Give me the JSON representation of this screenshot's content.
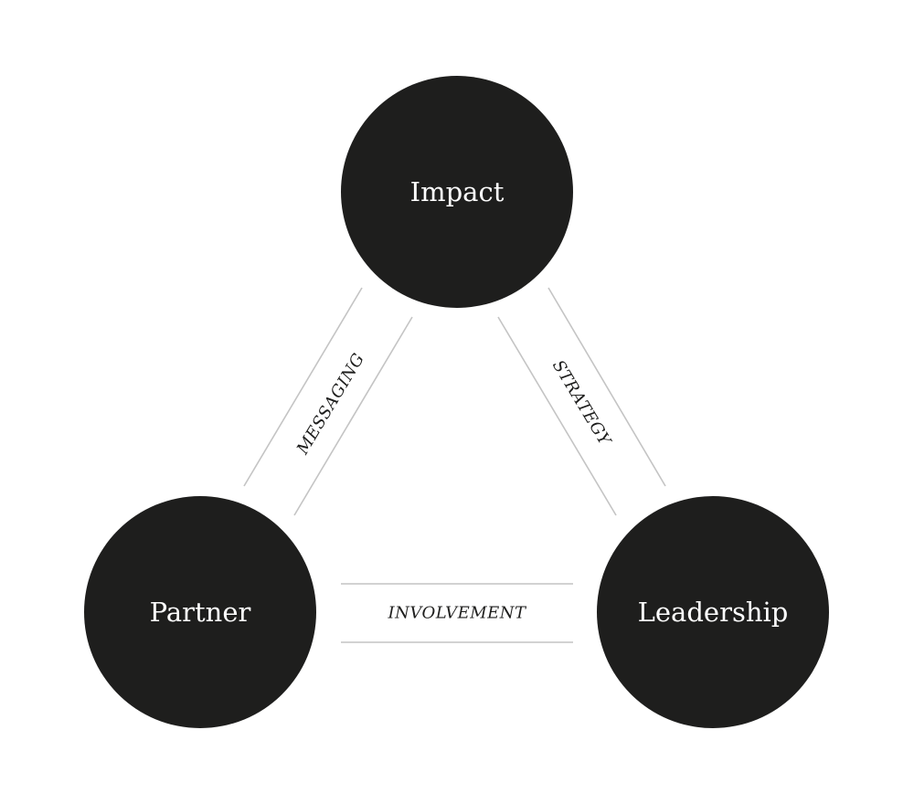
{
  "colors": {
    "node_fill": "#1e1e1d",
    "node_text": "#ffffff",
    "connector": "#c4c4c4",
    "edge_text": "#1e1e1d",
    "background": "#ffffff"
  },
  "nodes": {
    "impact": {
      "label": "Impact"
    },
    "partner": {
      "label": "Partner"
    },
    "leadership": {
      "label": "Leadership"
    }
  },
  "edges": {
    "impact_partner": {
      "label": "MESSAGING"
    },
    "impact_leadership": {
      "label": "STRATEGY"
    },
    "partner_leadership": {
      "label": "INVOLVEMENT"
    }
  }
}
